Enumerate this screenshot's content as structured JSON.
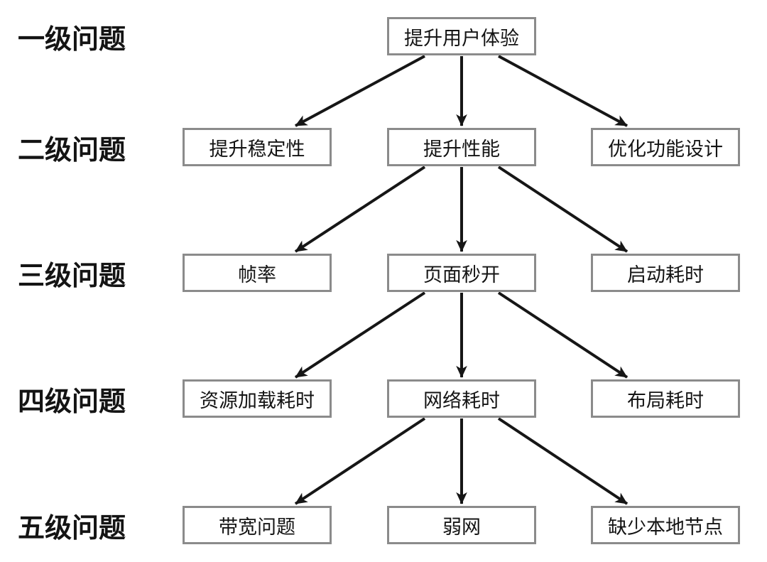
{
  "diagram": {
    "type": "tree",
    "direction": "top-down",
    "levels_count": 5
  },
  "row_labels": [
    "一级问题",
    "二级问题",
    "三级问题",
    "四级问题",
    "五级问题"
  ],
  "nodes": {
    "l1_mid": "提升用户体验",
    "l2_left": "提升稳定性",
    "l2_mid": "提升性能",
    "l2_right": "优化功能设计",
    "l3_left": "帧率",
    "l3_mid": "页面秒开",
    "l3_right": "启动耗时",
    "l4_left": "资源加载耗时",
    "l4_mid": "网络耗时",
    "l4_right": "布局耗时",
    "l5_left": "带宽问题",
    "l5_mid": "弱网",
    "l5_right": "缺少本地节点"
  },
  "edges": [
    {
      "from": "l1_mid",
      "to": "l2_left"
    },
    {
      "from": "l1_mid",
      "to": "l2_mid"
    },
    {
      "from": "l1_mid",
      "to": "l2_right"
    },
    {
      "from": "l2_mid",
      "to": "l3_left"
    },
    {
      "from": "l2_mid",
      "to": "l3_mid"
    },
    {
      "from": "l2_mid",
      "to": "l3_right"
    },
    {
      "from": "l3_mid",
      "to": "l4_left"
    },
    {
      "from": "l3_mid",
      "to": "l4_mid"
    },
    {
      "from": "l3_mid",
      "to": "l4_right"
    },
    {
      "from": "l4_mid",
      "to": "l5_left"
    },
    {
      "from": "l4_mid",
      "to": "l5_mid"
    },
    {
      "from": "l4_mid",
      "to": "l5_right"
    }
  ],
  "colors": {
    "background": "#ffffff",
    "box_border": "#8b8b8b",
    "text": "#141414",
    "arrow": "#161616"
  }
}
